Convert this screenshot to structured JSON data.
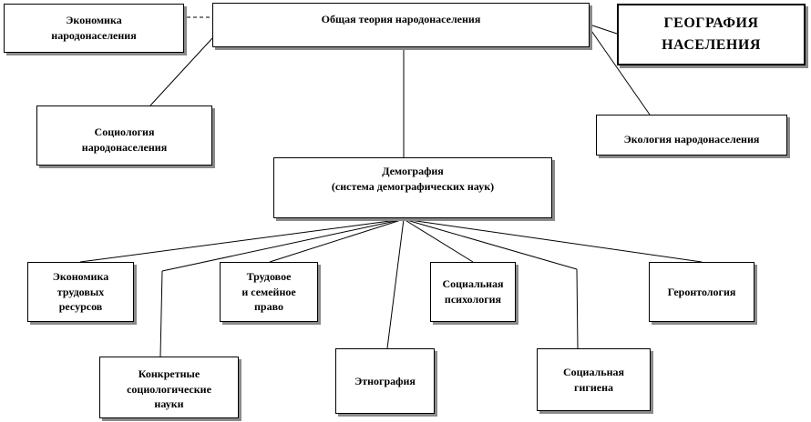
{
  "nodes": {
    "general_theory": "Общая теория народонаселения",
    "economics_population": "Экономика\nнародонаселения",
    "geography_population": "ГЕОГРАФИЯ\nНАСЕЛЕНИЯ",
    "sociology_population": "Социология\nнародонаселения",
    "ecology_population": "Экология народонаселения",
    "demography": "Демография\n(система демографических  наук)",
    "economics_labor": "Экономика\nтрудовых\nресурсов",
    "labor_family_law": "Трудовое\nи семейное\nправо",
    "social_psychology": "Социальная\nпсихология",
    "gerontology": "Геронтология",
    "concrete_sociology": "Конкретные\nсоциологические\nнауки",
    "ethnography": "Этнография",
    "social_hygiene": "Социальная\nгигиена"
  }
}
